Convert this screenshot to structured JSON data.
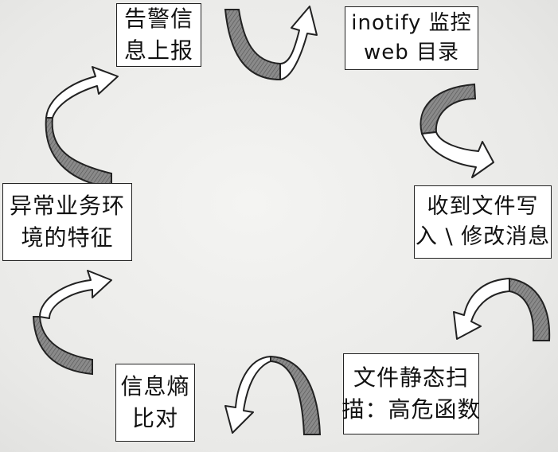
{
  "nodes": {
    "alert": {
      "line1": "告警信",
      "line2": "息上报"
    },
    "monitor": {
      "line1": "inotify 监控",
      "line2": "web 目录"
    },
    "receive": {
      "line1": "收到文件写",
      "line2": "入 \\ 修改消息"
    },
    "scan": {
      "line1": "文件静态扫",
      "line2": "描：高危函数"
    },
    "entropy": {
      "line1": "信息熵",
      "line2": "比对"
    },
    "anomaly": {
      "line1": "异常业务环",
      "line2": "境的特征"
    }
  },
  "colors": {
    "arrow_stroke": "#222222",
    "arrow_shade": "#6f6f6f",
    "arrow_fill": "#ffffff"
  }
}
